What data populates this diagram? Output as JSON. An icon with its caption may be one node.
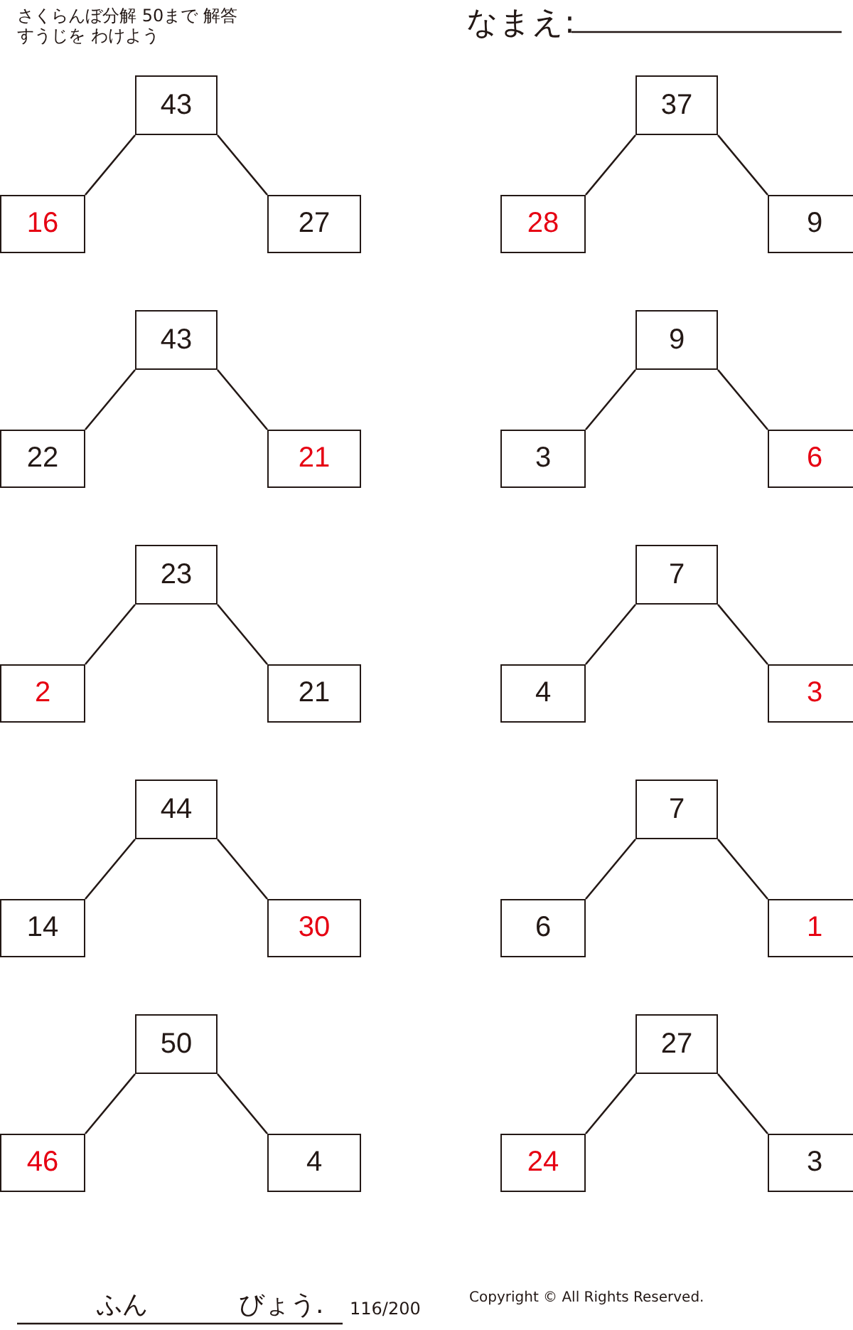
{
  "diagram": {
    "title": "さくらんぼ分解 50まで 解答",
    "nodes": [
      {
        "text": [
          "43"
        ]
      },
      {
        "text": [
          "16"
        ]
      },
      {
        "text": [
          "27"
        ]
      },
      {
        "text": [
          "37"
        ]
      },
      {
        "text": [
          "28"
        ]
      },
      {
        "text": [
          "9"
        ]
      },
      {
        "text": [
          "43"
        ]
      },
      {
        "text": [
          "22"
        ]
      },
      {
        "text": [
          "21"
        ]
      },
      {
        "text": [
          "9"
        ]
      },
      {
        "text": [
          "3"
        ]
      },
      {
        "text": [
          "6"
        ]
      },
      {
        "text": [
          "23"
        ]
      },
      {
        "text": [
          "2"
        ]
      },
      {
        "text": [
          "21"
        ]
      },
      {
        "text": [
          "7"
        ]
      },
      {
        "text": [
          "4"
        ]
      },
      {
        "text": [
          "3"
        ]
      },
      {
        "text": [
          "44"
        ]
      },
      {
        "text": [
          "14"
        ]
      },
      {
        "text": [
          "30"
        ]
      },
      {
        "text": [
          "7"
        ]
      },
      {
        "text": [
          "6"
        ]
      },
      {
        "text": [
          "1"
        ]
      },
      {
        "text": [
          "50"
        ]
      },
      {
        "text": [
          "46"
        ]
      },
      {
        "text": [
          "4"
        ]
      },
      {
        "text": [
          "27"
        ]
      },
      {
        "text": [
          "24"
        ]
      },
      {
        "text": [
          "3"
        ]
      }
    ],
    "edges": [
      {
        "from": 0,
        "to": 1,
        "arrow": "none"
      },
      {
        "from": 0,
        "to": 2,
        "arrow": "none"
      },
      {
        "from": 3,
        "to": 4,
        "arrow": "none"
      },
      {
        "from": 3,
        "to": 5,
        "arrow": "none"
      },
      {
        "from": 6,
        "to": 7,
        "arrow": "none"
      },
      {
        "from": 6,
        "to": 8,
        "arrow": "none"
      },
      {
        "from": 9,
        "to": 10,
        "arrow": "none"
      },
      {
        "from": 9,
        "to": 11,
        "arrow": "none"
      },
      {
        "from": 12,
        "to": 13,
        "arrow": "none"
      },
      {
        "from": 12,
        "to": 14,
        "arrow": "none"
      },
      {
        "from": 15,
        "to": 16,
        "arrow": "none"
      },
      {
        "from": 15,
        "to": 17,
        "arrow": "none"
      },
      {
        "from": 18,
        "to": 19,
        "arrow": "none"
      },
      {
        "from": 18,
        "to": 20,
        "arrow": "none"
      },
      {
        "from": 21,
        "to": 22,
        "arrow": "none"
      },
      {
        "from": 21,
        "to": 23,
        "arrow": "none"
      },
      {
        "from": 24,
        "to": 25,
        "arrow": "none"
      },
      {
        "from": 24,
        "to": 26,
        "arrow": "none"
      },
      {
        "from": 27,
        "to": 28,
        "arrow": "none"
      },
      {
        "from": 27,
        "to": 29,
        "arrow": "none"
      }
    ],
    "labels": [
      "すうじを わけよう",
      "なまえ:",
      "ふん",
      "びょう.",
      "116/200",
      "Copyright © All Rights Reserved."
    ]
  }
}
